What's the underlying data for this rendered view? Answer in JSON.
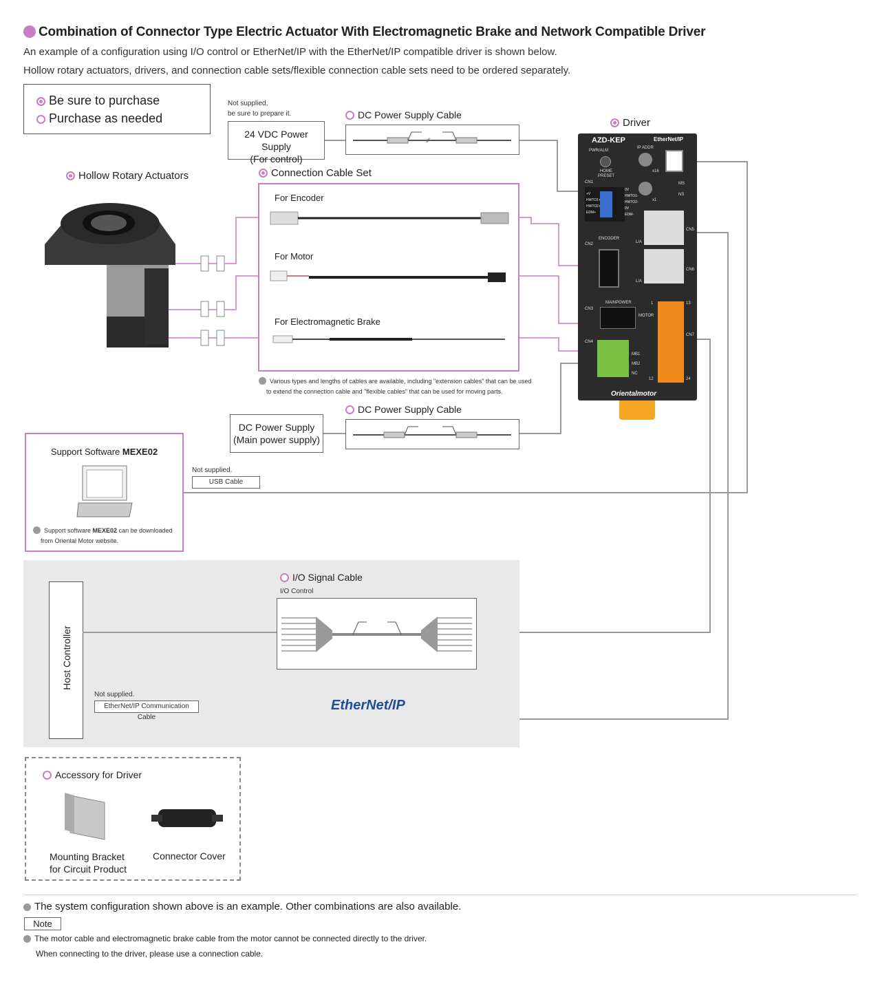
{
  "header": {
    "title": "Combination of Connector Type Electric Actuator With Electromagnetic Brake and Network Compatible Driver",
    "line1": "An example of a configuration using I/O control or EtherNet/IP with the EtherNet/IP compatible driver is shown below.",
    "line2": "Hollow rotary actuators, drivers, and connection cable sets/flexible connection cable sets need to be ordered separately."
  },
  "legend": {
    "must": "Be sure to purchase",
    "optional": "Purchase as needed"
  },
  "supply24": {
    "note_line1": "Not supplied,",
    "note_line2": "be sure to prepare it.",
    "label_line1": "24 VDC Power Supply",
    "label_line2": "(For control)"
  },
  "dc_cable_top": {
    "label": "DC Power Supply Cable"
  },
  "driver": {
    "label": "Driver",
    "model": "AZD-KEP",
    "network": "EtherNet/IP",
    "brand": "Orientalmotor",
    "pwr_alm": "PWR/ALM",
    "home": "HOME",
    "preset": "PRESET",
    "ip_addr": "IP ADDR",
    "x16": "x16",
    "x1": "x1",
    "ms": "MS",
    "ns": "NS",
    "cn1": "CN1",
    "cn2": "CN2",
    "cn3": "CN3",
    "cn4": "CN4",
    "cn5": "CN5",
    "cn6": "CN6",
    "cn7": "CN7",
    "encoder": "ENCODER",
    "mainpower": "MAINPOWER",
    "motor": "MOTOR",
    "la": "L/A",
    "mb1": "MB1",
    "mb2": "MB2",
    "nc": "NC",
    "pin1": "1",
    "pin13": "13",
    "pin12": "12",
    "pin24": "24",
    "cn1_left": [
      "+V",
      "HWTO1+",
      "HWTO2+",
      "EDM+"
    ],
    "cn1_right": [
      "0V",
      "HWTO1-",
      "HWTO2-",
      "0V",
      "EDM-"
    ]
  },
  "actuators": {
    "label": "Hollow Rotary Actuators"
  },
  "cable_set": {
    "label": "Connection Cable Set",
    "encoder": "For Encoder",
    "motor": "For Motor",
    "brake": "For Electromagnetic Brake",
    "note_line1": "Various types and lengths of cables are available, including \"extension cables\" that can be used",
    "note_line2": "to extend the connection cable and \"flexible cables\" that can be used for moving parts."
  },
  "supply_main": {
    "label_line1": "DC Power Supply",
    "label_line2": "(Main power supply)"
  },
  "dc_cable_bottom": {
    "label": "DC Power Supply Cable"
  },
  "software": {
    "title_prefix": "Support Software ",
    "title_bold": "MEXE02",
    "note_prefix": "Support software ",
    "note_bold": "MEXE02",
    "note_suffix": " can be downloaded",
    "note_line2": "from Oriental Motor website."
  },
  "usb": {
    "note": "Not supplied.",
    "label": "USB Cable"
  },
  "io_cable": {
    "label": "I/O Signal Cable",
    "sub": "I/O Control"
  },
  "host": {
    "label": "Host Controller"
  },
  "eip_cable": {
    "note": "Not supplied.",
    "label": "EtherNet/IP Communication Cable"
  },
  "eip_logo": {
    "text_a": "Ether",
    "text_b": "Net/IP"
  },
  "accessory": {
    "label": "Accessory for Driver",
    "bracket_line1": "Mounting Bracket",
    "bracket_line2": "for Circuit Product",
    "cover": "Connector Cover"
  },
  "footer": {
    "example": "The system configuration shown above is an example. Other combinations are also available.",
    "note_tag": "Note",
    "note_line1": "The motor cable and electromagnetic brake cable from the motor cannot be connected directly to the driver.",
    "note_line2": "When connecting to the driver, please use a connection cable."
  },
  "colors": {
    "accent": "#c77fc3",
    "line": "#9a9a9a",
    "driver_body": "#2b2b2b",
    "terminal_orange": "#f08a1c",
    "terminal_green": "#7ac143",
    "eip_blue": "#1f4e99"
  }
}
